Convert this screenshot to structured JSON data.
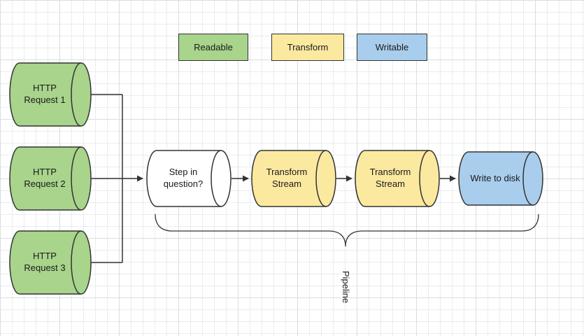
{
  "colors": {
    "readable": "#a8d48b",
    "transform": "#fce9a0",
    "writable": "#a9cdec",
    "plain": "#ffffff",
    "stroke": "#333333",
    "grid_minor": "#e9ecee",
    "grid_major": "#d9dde0"
  },
  "legend": [
    {
      "label": "Readable"
    },
    {
      "label": "Transform"
    },
    {
      "label": "Writable"
    }
  ],
  "sources": [
    {
      "label": "HTTP Request 1"
    },
    {
      "label": "HTTP Request 2"
    },
    {
      "label": "HTTP Request 3"
    }
  ],
  "pipeline": {
    "steps": [
      {
        "label": "Step in question?",
        "kind": "plain"
      },
      {
        "label": "Transform Stream",
        "kind": "transform"
      },
      {
        "label": "Transform Stream",
        "kind": "transform"
      },
      {
        "label": "Write to disk",
        "kind": "writable"
      }
    ],
    "brace_label": "Pipeline"
  }
}
